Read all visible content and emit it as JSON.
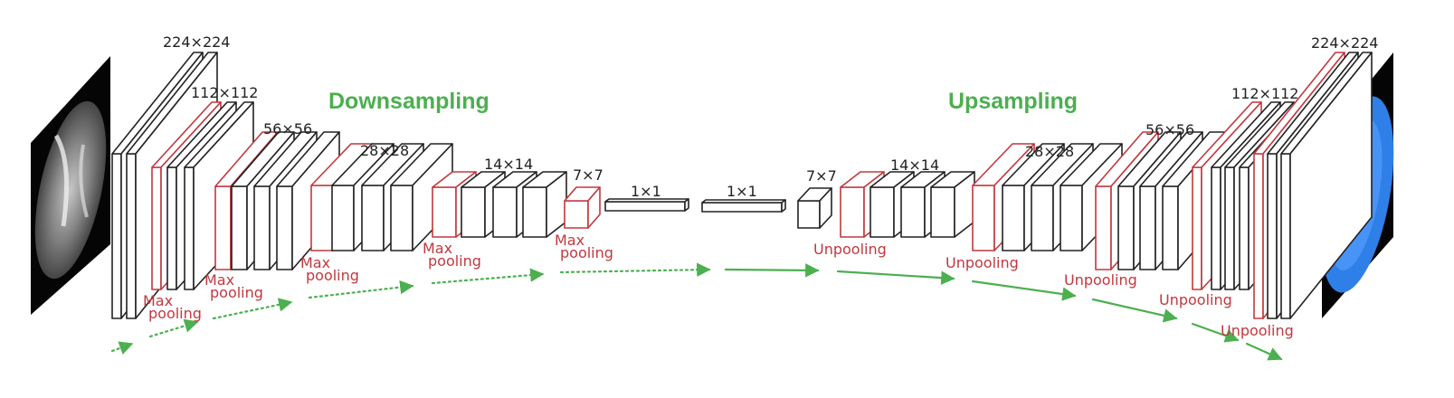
{
  "titles": {
    "downsampling": "Downsampling",
    "upsampling": "Upsampling"
  },
  "dims": {
    "d224": "224×224",
    "d112": "112×112",
    "d56": "56×56",
    "d28": "28×28",
    "d14": "14×14",
    "d7": "7×7",
    "d1a": "1×1",
    "d1b": "1×1",
    "u7": "7×7",
    "u14": "14×14",
    "u28": "28×28",
    "u56": "56×56",
    "u112": "112×112",
    "u224": "224×224"
  },
  "pooling": {
    "max_word": "Max",
    "pool_word": "pooling",
    "unpool": "Unpooling"
  },
  "colors": {
    "accent_green": "#4caf50",
    "pool_red": "#c0393e",
    "block_stroke": "#222222",
    "mri_blue": "#2f7fe8",
    "mri_pink": "#f2b3b3"
  }
}
